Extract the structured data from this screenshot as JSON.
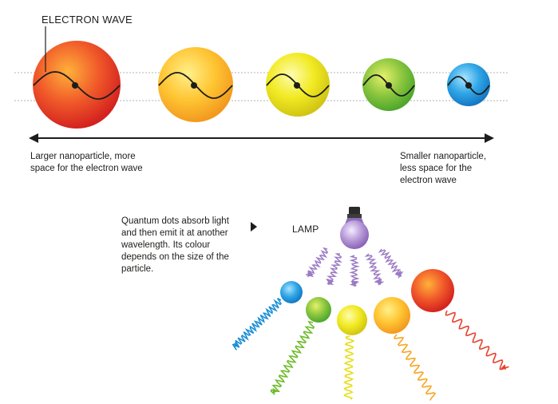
{
  "electron_wave_label": "ELECTRON WAVE",
  "larger": {
    "lines": [
      "Larger nanoparticle, more",
      "space for the electron wave"
    ]
  },
  "smaller": {
    "lines": [
      "Smaller nanoparticle,",
      "less space for the",
      "electron wave"
    ]
  },
  "quantum": {
    "lines": [
      "Quantum dots absorb light",
      "and then emit it at another",
      "wavelength. Its colour",
      "depends on the size of the",
      "particle."
    ]
  },
  "lamp_label": "LAMP",
  "particle_colors": {
    "red": "#e8412c",
    "orange": "#f6a623",
    "yellow": "#e6dd16",
    "green": "#6dbb2a",
    "blue": "#1c8fd6",
    "violet": "#9b7bc4"
  },
  "icons": [
    "bulb-icon",
    "arrow-right-icon",
    "double-arrow-icon"
  ]
}
